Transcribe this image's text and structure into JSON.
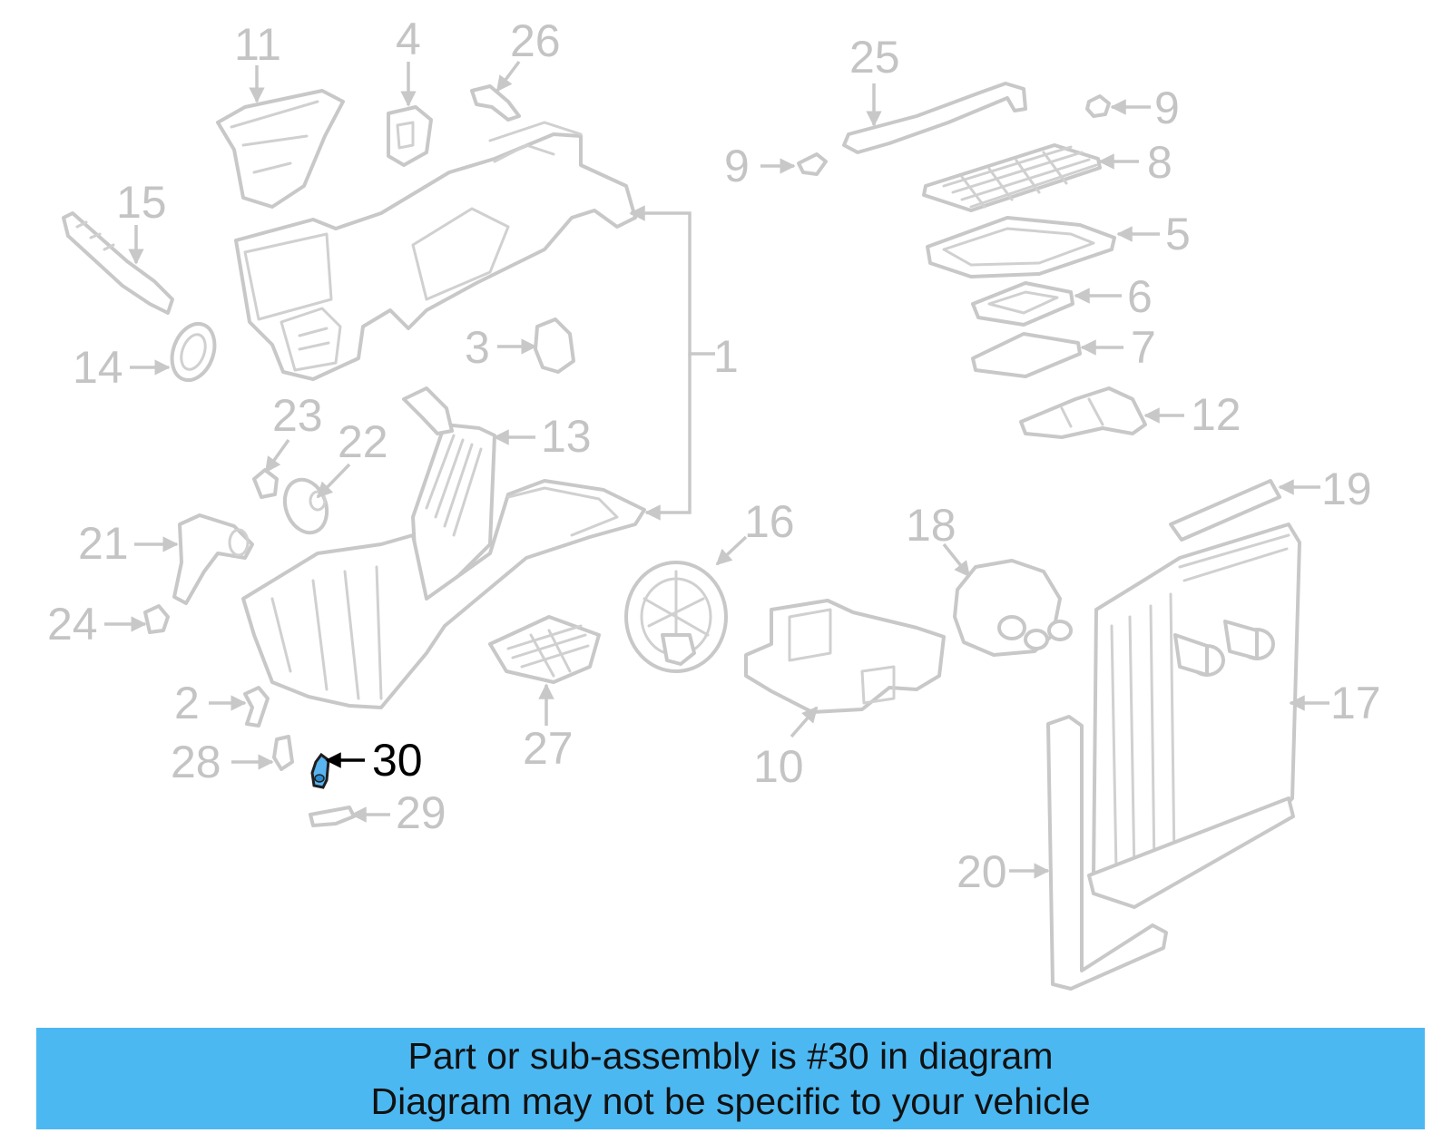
{
  "diagram": {
    "highlight_color": "#4cb8f2",
    "callouts": {
      "c1": "1",
      "c2": "2",
      "c3": "3",
      "c4": "4",
      "c5": "5",
      "c6": "6",
      "c7": "7",
      "c8": "8",
      "c9a": "9",
      "c9b": "9",
      "c10": "10",
      "c11": "11",
      "c12": "12",
      "c13": "13",
      "c14": "14",
      "c15": "15",
      "c16": "16",
      "c17": "17",
      "c18": "18",
      "c19": "19",
      "c20": "20",
      "c21": "21",
      "c22": "22",
      "c23": "23",
      "c24": "24",
      "c25": "25",
      "c26": "26",
      "c27": "27",
      "c28": "28",
      "c29": "29",
      "c30": "30"
    },
    "selected_part": "30"
  },
  "banner": {
    "line1": "Part or sub-assembly is #30 in diagram",
    "line2": "Diagram may not be specific to your vehicle"
  }
}
